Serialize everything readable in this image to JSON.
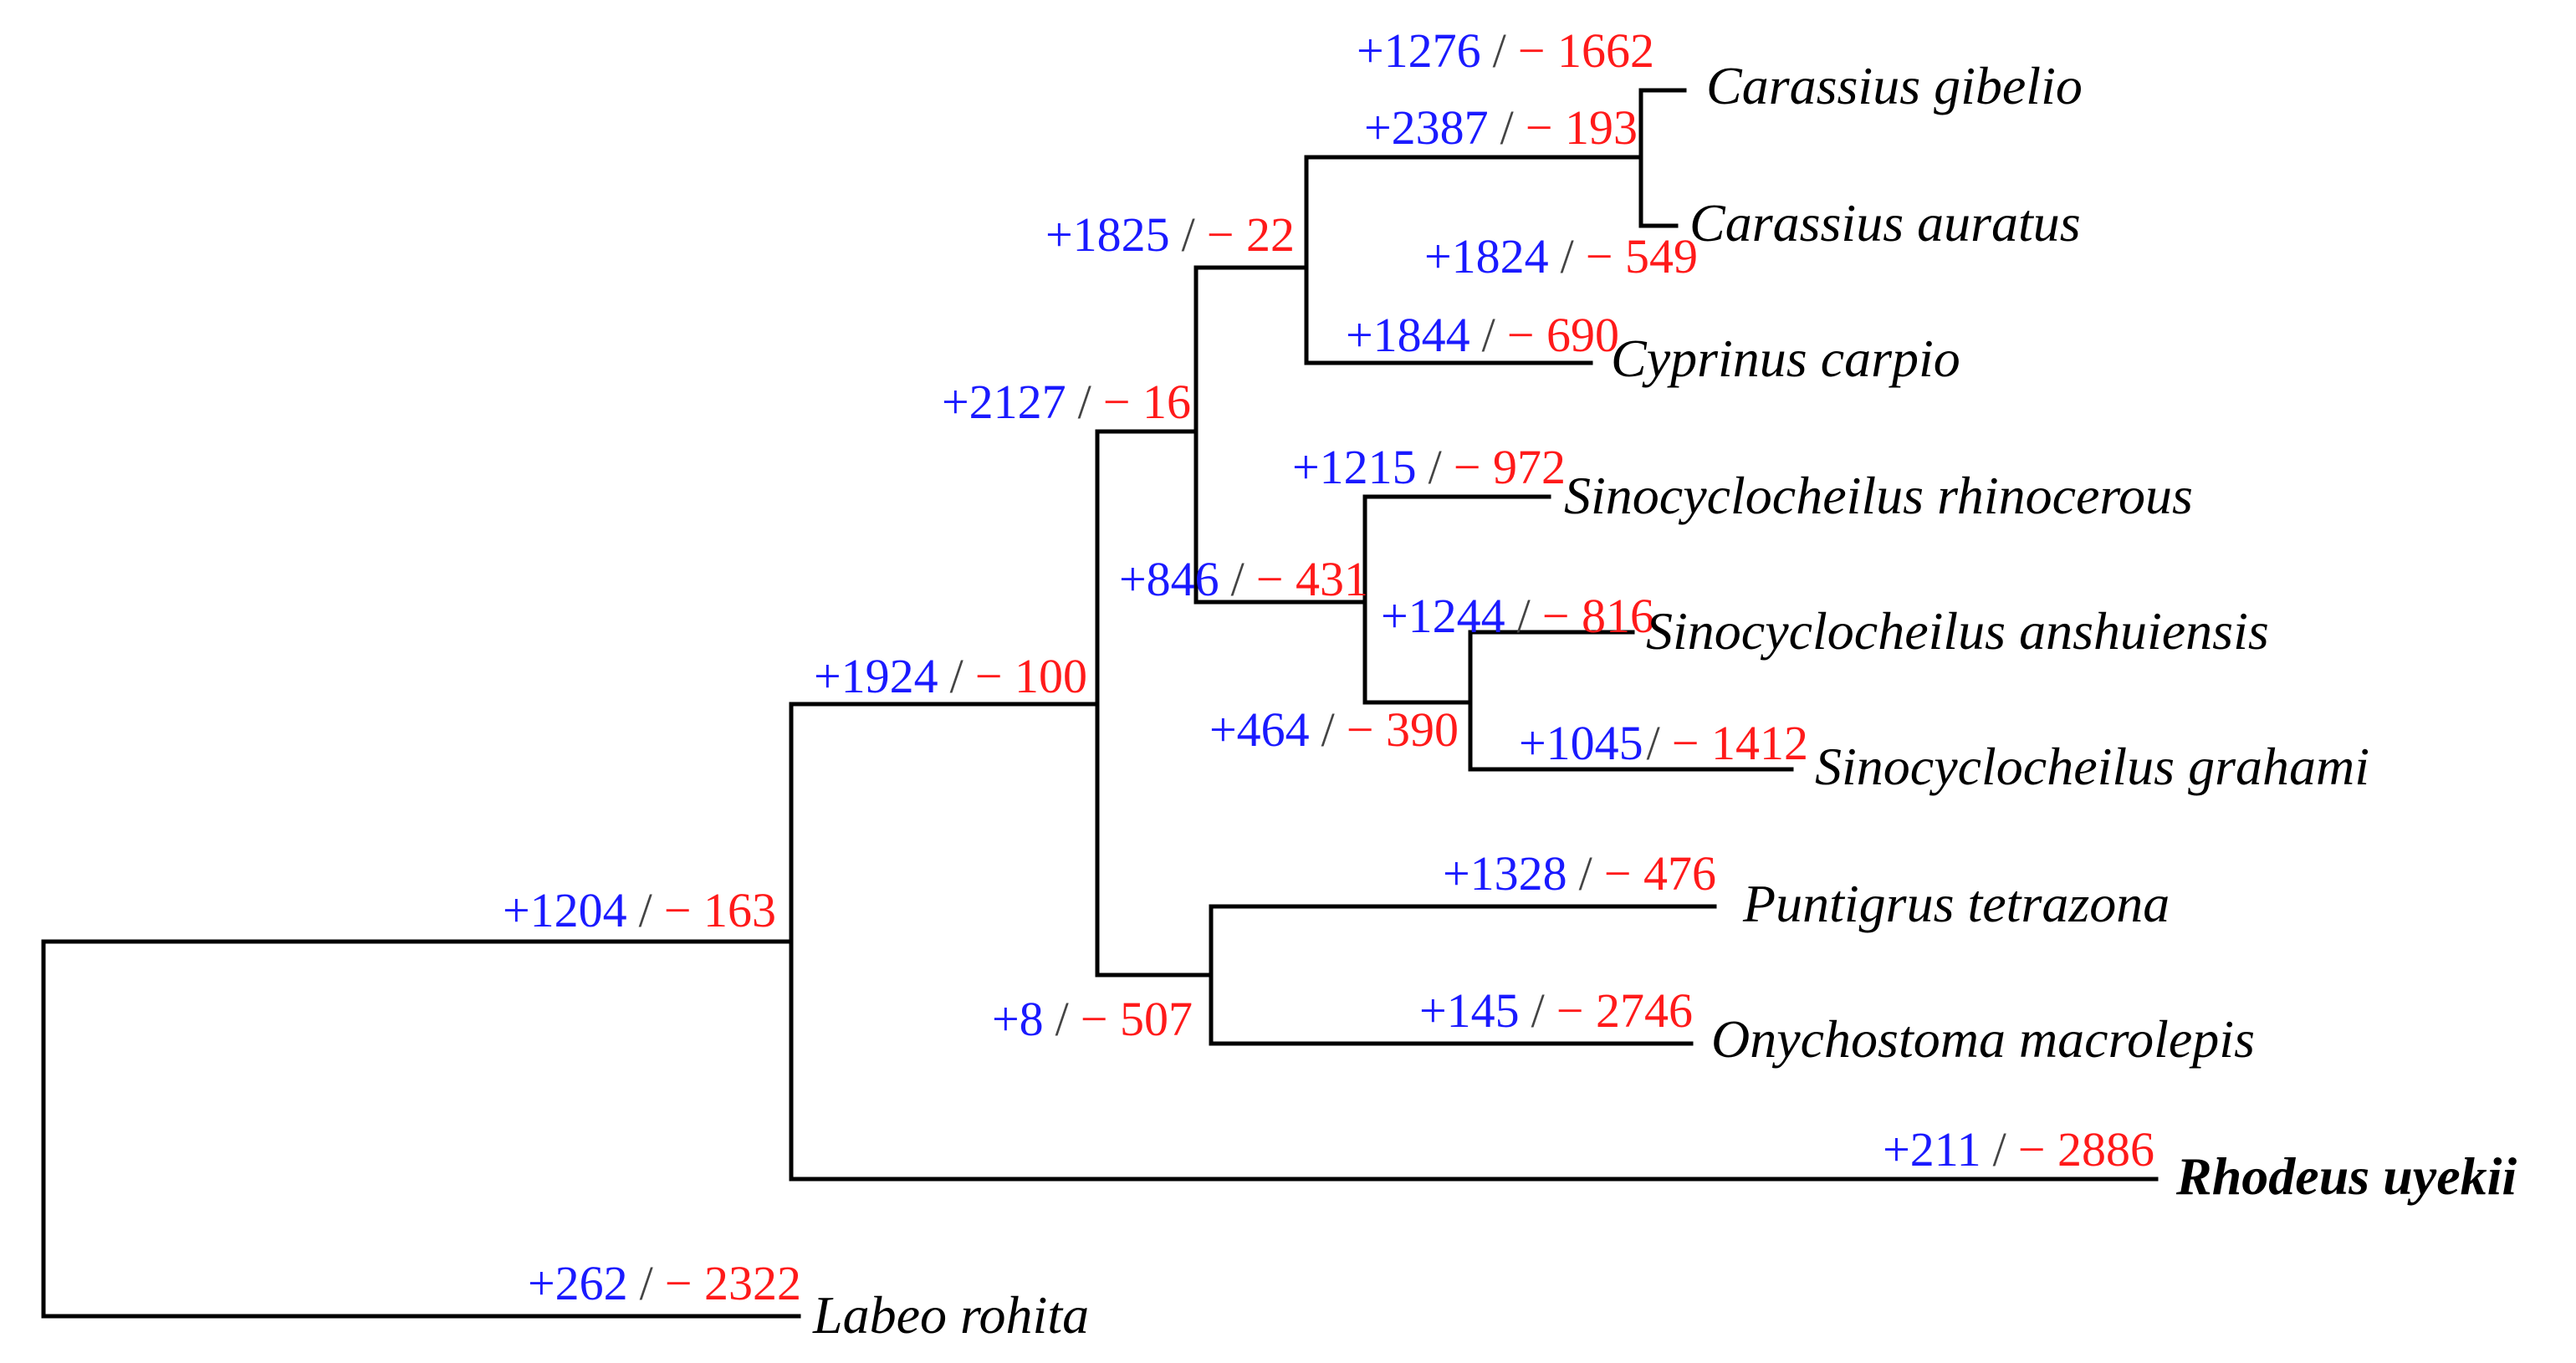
{
  "colors": {
    "gain": "#1a1aff",
    "loss": "#ff1a1a",
    "separator": "#444444",
    "branch": "#000000"
  },
  "separator": "/",
  "taxa": {
    "carassius_gibelio": "Carassius gibelio",
    "carassius_auratus": "Carassius auratus",
    "cyprinus_carpio": "Cyprinus carpio",
    "sino_rhinocerous": "Sinocyclocheilus rhinocerous",
    "sino_anshuiensis": "Sinocyclocheilus anshuiensis",
    "sino_grahami": "Sinocyclocheilus grahami",
    "puntigrus_tetrazona": "Puntigrus tetrazona",
    "onychostoma_macrolepis": "Onychostoma macrolepis",
    "rhodeus_uyekii": "Rhodeus uyekii",
    "labeo_rohita": "Labeo rohita"
  },
  "labels": {
    "carassius_gibelio": {
      "gain": "+1276",
      "loss": "− 1662"
    },
    "carassius_node": {
      "gain": "+2387",
      "loss": "− 193"
    },
    "carassius_auratus": {
      "gain": "+1824",
      "loss": "− 549"
    },
    "cyprinini_node": {
      "gain": "+1825",
      "loss": "− 22"
    },
    "cyprinus_carpio": {
      "gain": "+1844",
      "loss": "− 690"
    },
    "cyprininae_node": {
      "gain": "+2127",
      "loss": "− 16"
    },
    "sino_rhinocerous": {
      "gain": "+1215",
      "loss": "− 972"
    },
    "sino_node": {
      "gain": "+846",
      "loss": "− 431"
    },
    "sino_anshuiensis": {
      "gain": "+1244",
      "loss": "− 816"
    },
    "sino_subnode": {
      "gain": "+464",
      "loss": "− 390"
    },
    "sino_grahami": {
      "gain": "+1045",
      "loss": "− 1412"
    },
    "ingroup_node": {
      "gain": "+1924",
      "loss": "− 100"
    },
    "puntigrus_tetrazona": {
      "gain": "+1328",
      "loss": "− 476"
    },
    "barbinae_node": {
      "gain": "+8",
      "loss": "− 507"
    },
    "onychostoma_macrolepis": {
      "gain": "+145",
      "loss": "− 2746"
    },
    "root_inner_node": {
      "gain": "+1204",
      "loss": "− 163"
    },
    "rhodeus_uyekii": {
      "gain": "+211",
      "loss": "− 2886"
    },
    "labeo_rohita": {
      "gain": "+262",
      "loss": "− 2322"
    }
  }
}
